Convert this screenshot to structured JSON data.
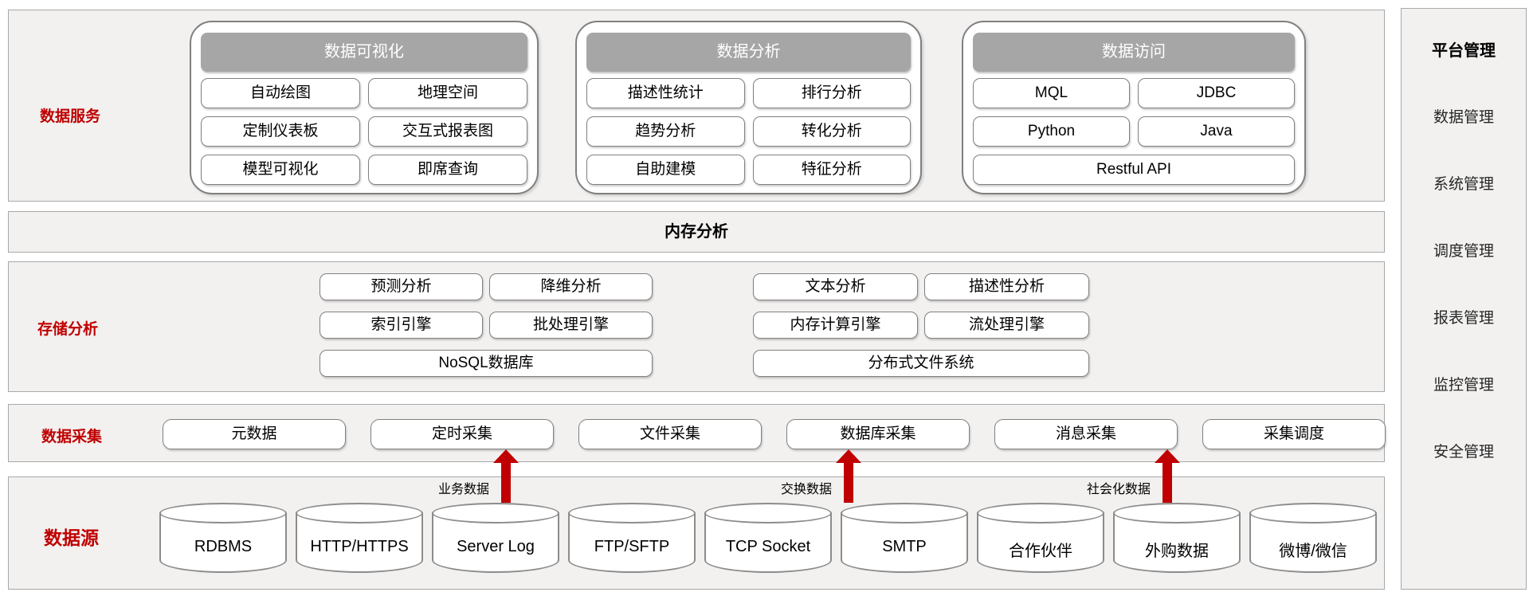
{
  "colors": {
    "accent": "#c00000",
    "group_header": "#a6a6a6",
    "panel_border": "#808080",
    "section_bg": "#f2f1f0"
  },
  "services": {
    "label": "数据服务",
    "groups": [
      {
        "title": "数据可视化",
        "items": [
          "自动绘图",
          "地理空间",
          "定制仪表板",
          "交互式报表图",
          "模型可视化",
          "即席查询"
        ]
      },
      {
        "title": "数据分析",
        "items": [
          "描述性统计",
          "排行分析",
          "趋势分析",
          "转化分析",
          "自助建模",
          "特征分析"
        ]
      },
      {
        "title": "数据访问",
        "items": [
          "MQL",
          "JDBC",
          "Python",
          "Java"
        ],
        "wide": "Restful API"
      }
    ]
  },
  "memory_band": {
    "label": "内存分析"
  },
  "storage": {
    "label": "存储分析",
    "left_items": [
      "预测分析",
      "降维分析",
      "索引引擎",
      "批处理引擎"
    ],
    "left_wide": "NoSQL数据库",
    "right_items": [
      "文本分析",
      "描述性分析",
      "内存计算引擎",
      "流处理引擎"
    ],
    "right_wide": "分布式文件系统"
  },
  "collection": {
    "label": "数据采集",
    "items": [
      "元数据",
      "定时采集",
      "文件采集",
      "数据库采集",
      "消息采集",
      "采集调度"
    ]
  },
  "source": {
    "label": "数据源",
    "cylinders": [
      "RDBMS",
      "HTTP/HTTPS",
      "Server Log",
      "FTP/SFTP",
      "TCP Socket",
      "SMTP",
      "合作伙伴",
      "外购数据",
      "微博/微信"
    ],
    "flow_labels": [
      "业务数据",
      "交换数据",
      "社会化数据"
    ]
  },
  "sidebar": {
    "title": "平台管理",
    "items": [
      "数据管理",
      "系统管理",
      "调度管理",
      "报表管理",
      "监控管理",
      "安全管理"
    ]
  }
}
